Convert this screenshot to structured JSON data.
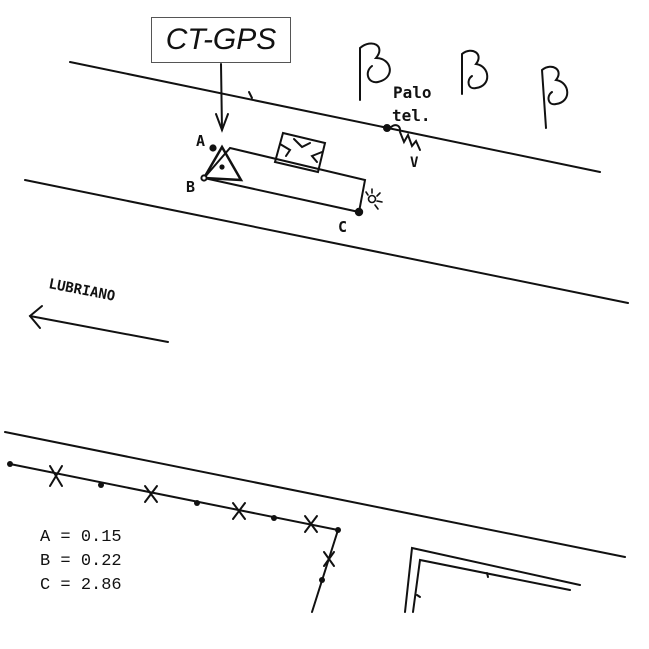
{
  "header": {
    "label": "CT-GPS"
  },
  "points": {
    "a": "A",
    "b": "B",
    "c": "C"
  },
  "annotations": {
    "pole_line1": "Palo",
    "pole_line2": "tel.",
    "pole_marker": "V",
    "direction": "LUBRIANO"
  },
  "tree_symbol": "β",
  "readings": [
    {
      "label": "A",
      "value": "0.15"
    },
    {
      "label": "B",
      "value": "0.22"
    },
    {
      "label": "C",
      "value": "2.86"
    }
  ]
}
